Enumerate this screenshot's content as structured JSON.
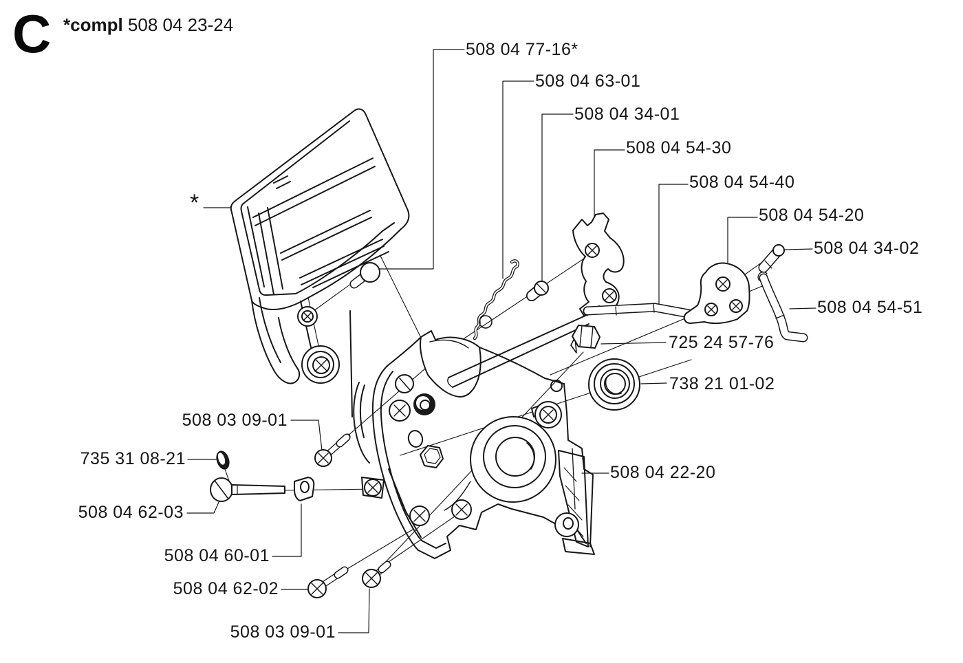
{
  "header": {
    "section_letter": "C",
    "assembly_prefix": "*compl",
    "assembly_number": "508 04 23-24"
  },
  "diagram": {
    "figure_note": "*",
    "ink_color": "#161616",
    "background_color": "#ffffff",
    "parts": [
      {
        "number": "508 04 77-16*"
      },
      {
        "number": "508 04 63-01"
      },
      {
        "number": "508 04 34-01"
      },
      {
        "number": "508 04 54-30"
      },
      {
        "number": "508 04 54-40"
      },
      {
        "number": "508 04 54-20"
      },
      {
        "number": "508 04 34-02"
      },
      {
        "number": "508 04 54-51"
      },
      {
        "number": "725 24 57-76"
      },
      {
        "number": "738 21 01-02"
      },
      {
        "number": "508 04 22-20"
      },
      {
        "number": "508 03 09-01"
      },
      {
        "number": "735 31 08-21"
      },
      {
        "number": "508 04 62-03"
      },
      {
        "number": "508 04 60-01"
      },
      {
        "number": "508 04 62-02"
      },
      {
        "number": "508 03 09-01"
      }
    ]
  }
}
